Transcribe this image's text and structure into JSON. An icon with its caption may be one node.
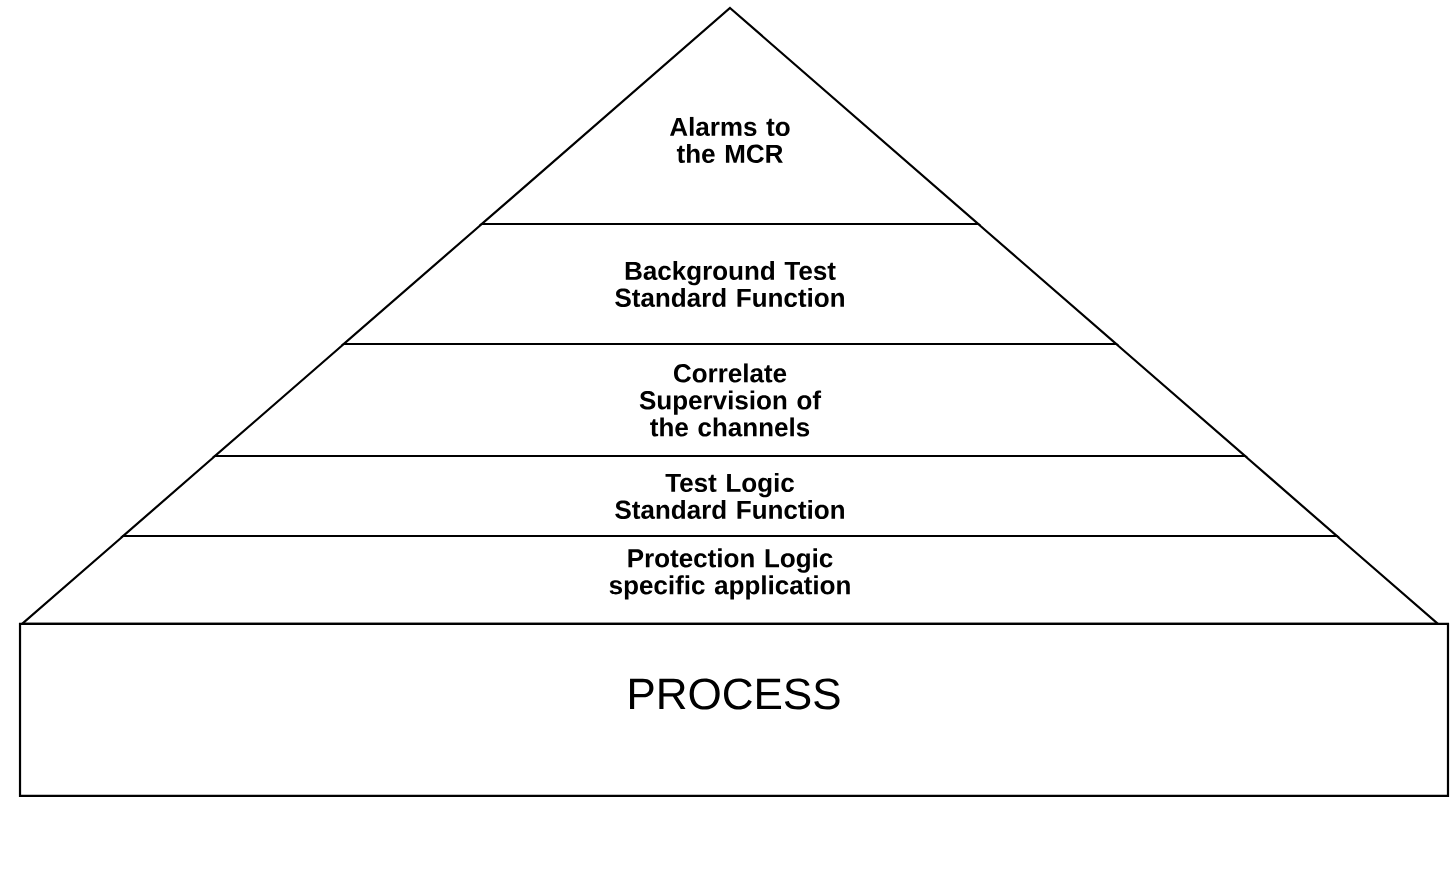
{
  "diagram": {
    "nodes": [
      {
        "text": [
          "Alarms to the MCR"
        ]
      },
      {
        "text": [
          "Background Test Standard Function"
        ]
      },
      {
        "text": [
          "Correlate Supervision of the channels"
        ]
      },
      {
        "text": [
          "Test Logic Standard Function"
        ]
      },
      {
        "text": [
          "Protection Logic specific application"
        ]
      },
      {
        "text": [
          "PROCESS"
        ]
      }
    ]
  }
}
